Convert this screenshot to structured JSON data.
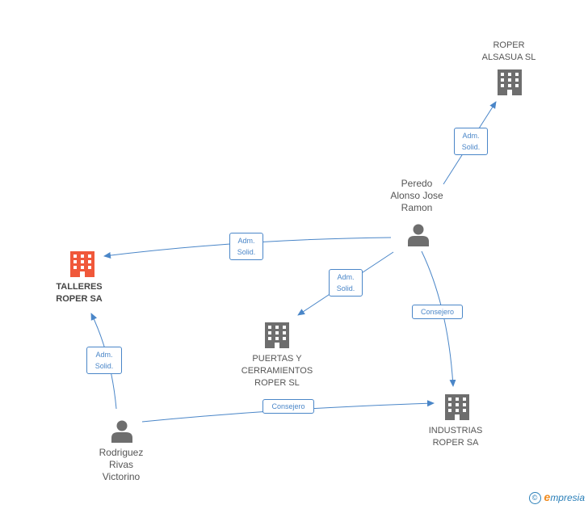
{
  "colors": {
    "edge": "#4a86c8",
    "company": "#6e6e6e",
    "company_main": "#f0583a",
    "person": "#6e6e6e"
  },
  "nodes": {
    "roper_alsasua": {
      "line1": "ROPER",
      "line2": "ALSASUA SL",
      "icon": "building-icon"
    },
    "peredo": {
      "line1": "Peredo",
      "line2": "Alonso Jose",
      "line3": "Ramon",
      "icon": "person-icon"
    },
    "talleres": {
      "line1": "TALLERES",
      "line2": "ROPER SA",
      "icon": "building-icon"
    },
    "puertas": {
      "line1": "PUERTAS Y",
      "line2": "CERRAMIENTOS",
      "line3": "ROPER  SL",
      "icon": "building-icon"
    },
    "industrias": {
      "line1": "INDUSTRIAS",
      "line2": "ROPER SA",
      "icon": "building-icon"
    },
    "rodriguez": {
      "line1": "Rodriguez",
      "line2": "Rivas",
      "line3": "Victorino",
      "icon": "person-icon"
    }
  },
  "edges": {
    "e1": {
      "line1": "Adm.",
      "line2": "Solid."
    },
    "e2": {
      "line1": "Adm.",
      "line2": "Solid."
    },
    "e3": {
      "line1": "Adm.",
      "line2": "Solid."
    },
    "e4": {
      "line1": "Consejero"
    },
    "e5": {
      "line1": "Adm.",
      "line2": "Solid."
    },
    "e6": {
      "line1": "Consejero"
    }
  },
  "watermark": {
    "copyright": "©",
    "brand_first": "e",
    "brand_rest": "mpresia"
  }
}
